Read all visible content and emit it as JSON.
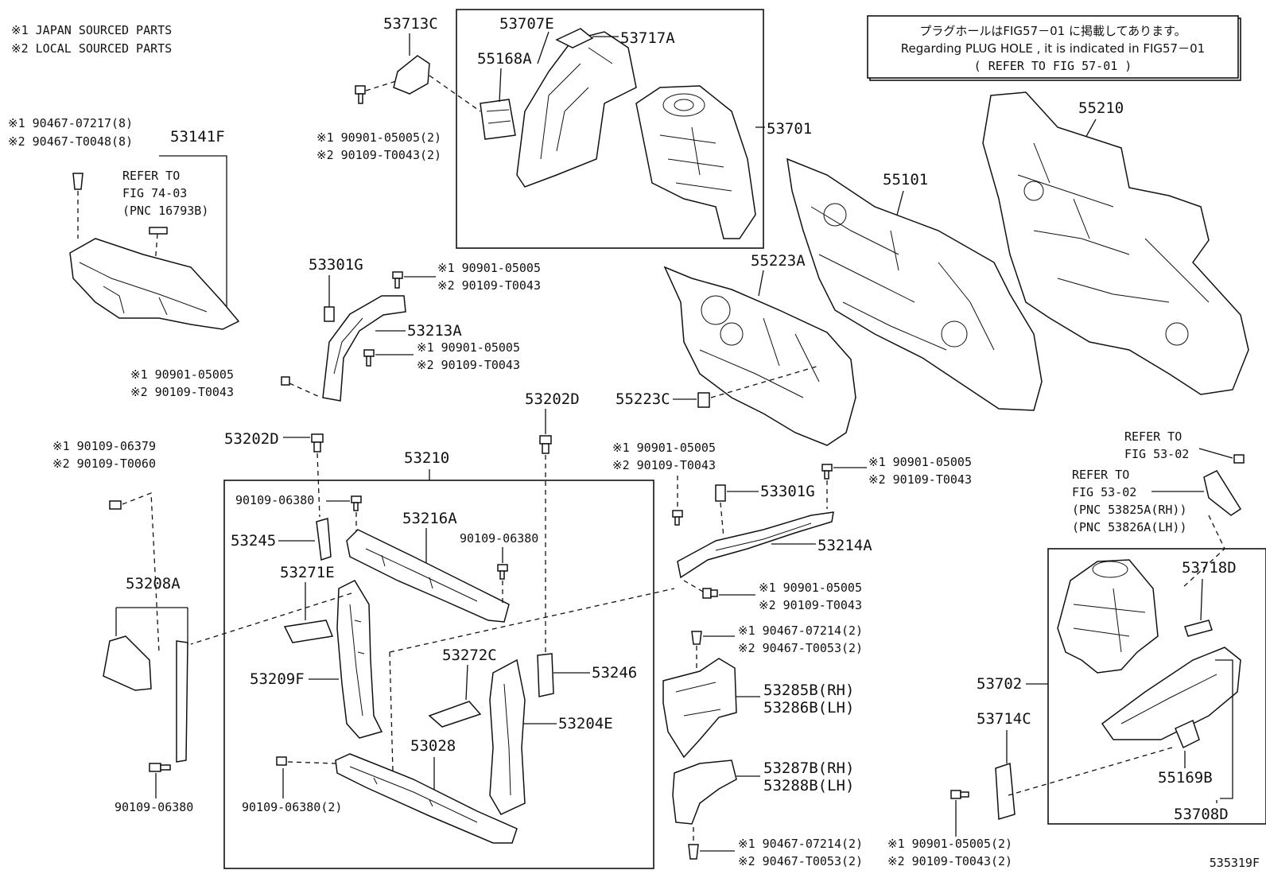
{
  "legend": {
    "japan": "※1 JAPAN SOURCED PARTS",
    "local": "※2 LOCAL SOURCED PARTS"
  },
  "note": {
    "jp": "プラグホールはFIG57－01 に掲載してあります。",
    "en": "Regarding PLUG HOLE , it is indicated in FIG57－01",
    "refer": "(   REFER TO FIG 57-01  )"
  },
  "figure_id": "535319F",
  "labels": {
    "p53713C": "53713C",
    "p53707E": "53707E",
    "p53717A": "53717A",
    "p55168A": "55168A",
    "p53701": "53701",
    "bolt1_a": "※1 90901-05005(2)",
    "bolt1_b": "※2 90109-T0043(2)",
    "clip1_a": "※1 90467-07217(8)",
    "clip1_b": "※2 90467-T0048(8)",
    "p53141F": "53141F",
    "ref1_a": "REFER TO",
    "ref1_b": "FIG 74-03",
    "ref1_c": "(PNC 16793B)",
    "p53301G_l": "53301G",
    "bolt2_a": "※1 90901-05005",
    "bolt2_b": "※2 90109-T0043",
    "p53213A": "53213A",
    "bolt3_a": "※1 90901-05005",
    "bolt3_b": "※2 90109-T0043",
    "bolt4_a": "※1 90901-05005",
    "bolt4_b": "※2 90109-T0043",
    "p55210": "55210",
    "p55101": "55101",
    "p55223A": "55223A",
    "p55223C": "55223C",
    "p53202D_r": "53202D",
    "p53202D_l": "53202D",
    "p53210": "53210",
    "bolt5_a": "※1 90109-06379",
    "bolt5_b": "※2 90109-T0060",
    "b06380_a": "90109-06380",
    "p53216A": "53216A",
    "b06380_b": "90109-06380",
    "p53245": "53245",
    "p53271E": "53271E",
    "p53208A": "53208A",
    "p53209F": "53209F",
    "p53272C": "53272C",
    "p53246": "53246",
    "p53204E": "53204E",
    "p53028": "53028",
    "b06380_c": "90109-06380(2)",
    "b06380_d": "90109-06380",
    "bolt6_a": "※1 90901-05005",
    "bolt6_b": "※2 90109-T0043",
    "bolt7_a": "※1 90901-05005",
    "bolt7_b": "※2 90109-T0043",
    "p53301G_r": "53301G",
    "p53214A": "53214A",
    "bolt8_a": "※1 90901-05005",
    "bolt8_b": "※2 90109-T0043",
    "clip2_a": "※1 90467-07214(2)",
    "clip2_b": "※2 90467-T0053(2)",
    "p53285B": "53285B(RH)",
    "p53286B": "53286B(LH)",
    "p53287B": "53287B(RH)",
    "p53288B": "53288B(LH)",
    "clip3_a": "※1 90467-07214(2)",
    "clip3_b": "※2 90467-T0053(2)",
    "bolt9_a": "※1 90901-05005(2)",
    "bolt9_b": "※2 90109-T0043(2)",
    "ref2_a": "REFER TO",
    "ref2_b": "FIG 53-02",
    "ref3_a": "REFER TO",
    "ref3_b": "FIG 53-02",
    "ref3_c": "(PNC 53825A(RH))",
    "ref3_d": "(PNC 53826A(LH))",
    "p53718D": "53718D",
    "p53702": "53702",
    "p53714C": "53714C",
    "p55169B": "55169B",
    "p53708D": "53708D"
  }
}
